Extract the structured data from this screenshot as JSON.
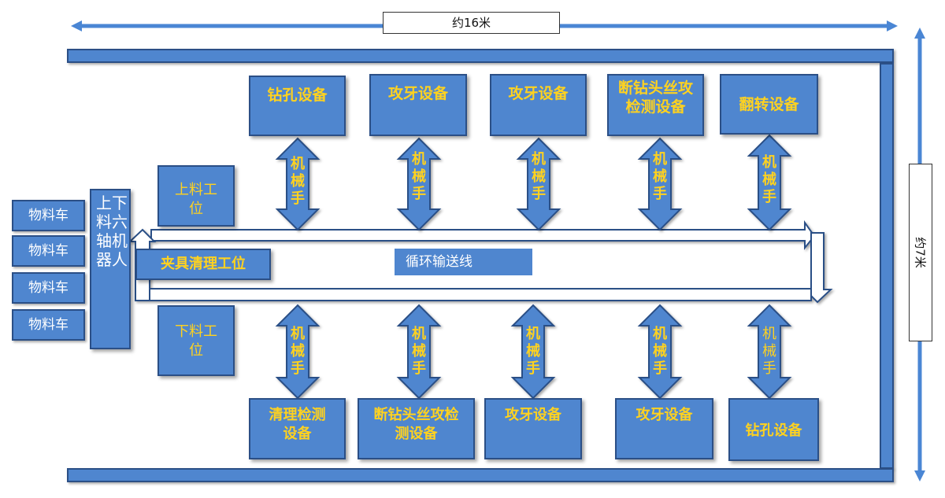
{
  "dimensions": {
    "width_label": "约16米",
    "height_label": "约7米"
  },
  "top_stations": [
    "钻孔设备",
    "攻牙设备",
    "攻牙设备",
    "断钻头丝攻检测设备",
    "翻转设备"
  ],
  "bottom_stations": [
    "清理检测设备",
    "断钻头丝攻检测设备",
    "攻牙设备",
    "攻牙设备",
    "钻孔设备"
  ],
  "manipulator_label": "机械手",
  "loading_station": "上料工位",
  "unloading_station": "下料工位",
  "fixture_cleaning": "夹具清理工位",
  "conveyor_label": "循环输送线",
  "robot_label": "上下料六轴机器人",
  "material_carts": [
    "物料车",
    "物料车",
    "物料车",
    "物料车"
  ],
  "colors": {
    "fill": "#4f86cf",
    "border": "#2b4f86",
    "station_text": "#ffd21f",
    "dimension_line": "#4a86d4"
  }
}
